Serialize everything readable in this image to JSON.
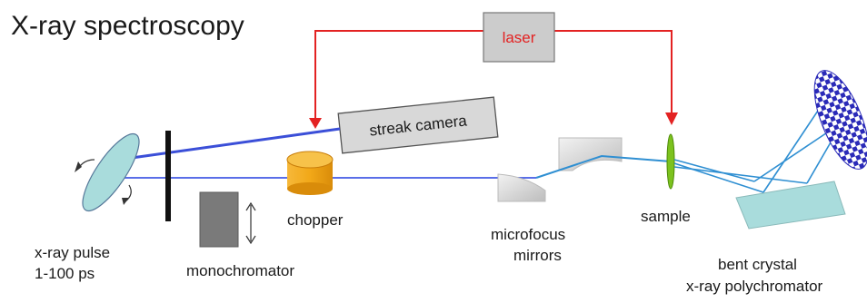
{
  "title": "X-ray spectroscopy",
  "labels": {
    "laser": "laser",
    "streak_camera": "streak camera",
    "chopper": "chopper",
    "sample": "sample",
    "xray_pulse_line1": "x-ray pulse",
    "xray_pulse_line2": "1-100 ps",
    "monochromator": "monochromator",
    "microfocus_line1": "microfocus",
    "microfocus_line2": "mirrors",
    "bent_crystal_line1": "bent crystal",
    "bent_crystal_line2": "x-ray polychromator"
  },
  "colors": {
    "laser_beam": "#e32222",
    "xray_beam": "#3b4fd8",
    "diffracted_beam": "#2f8fd2",
    "chopper": "#f2a818",
    "sample": "#7cc21e",
    "crystal": "#a9dcdc"
  }
}
